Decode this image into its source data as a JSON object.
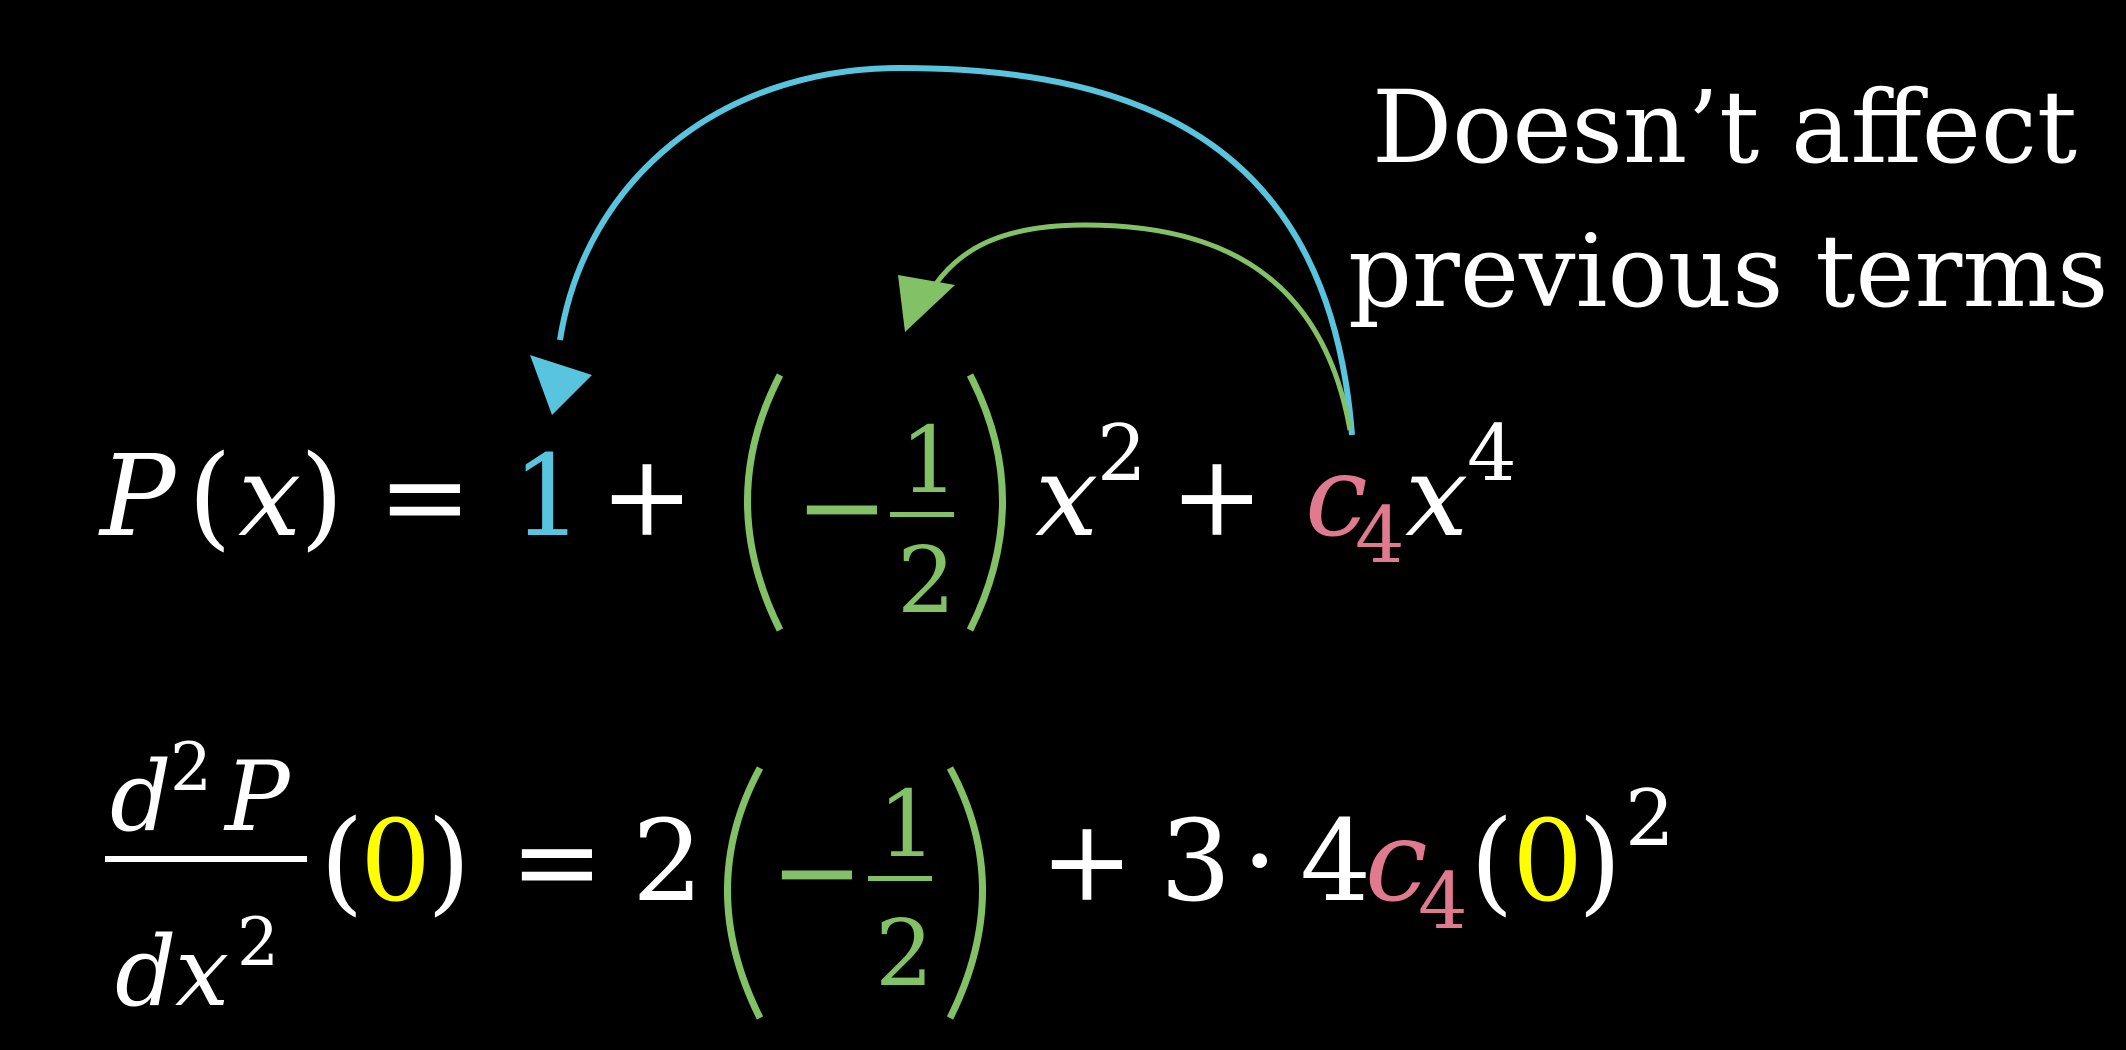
{
  "annotation": {
    "line1": "Doesn’t affect",
    "line2": "previous terms"
  },
  "colors": {
    "background": "#000000",
    "text": "#ffffff",
    "blue": "#58c4dd",
    "green": "#83c167",
    "pink": "#e07a8f",
    "yellow": "#ffff00"
  },
  "eq1": {
    "P": "P",
    "open_paren": "(",
    "x": "x",
    "close_paren": ")",
    "equals": "=",
    "one": "1",
    "plus1": "+",
    "minus": "−",
    "frac_num": "1",
    "frac_den": "2",
    "x2_base": "x",
    "x2_exp": "2",
    "plus2": "+",
    "c": "c",
    "c_sub": "4",
    "x4_base": "x",
    "x4_exp": "4"
  },
  "eq2": {
    "d": "d",
    "d_exp": "2",
    "P": "P",
    "dx_d": "d",
    "dx_x": "x",
    "dx_exp": "2",
    "open_paren": "(",
    "zero1": "0",
    "close_paren": ")",
    "equals": "=",
    "two": "2",
    "minus": "−",
    "frac_num": "1",
    "frac_den": "2",
    "plus": "+",
    "three": "3",
    "cdot": "·",
    "four": "4",
    "c": "c",
    "c_sub": "4",
    "open_paren2": "(",
    "zero2": "0",
    "close_paren2": ")",
    "sq_exp": "2"
  }
}
